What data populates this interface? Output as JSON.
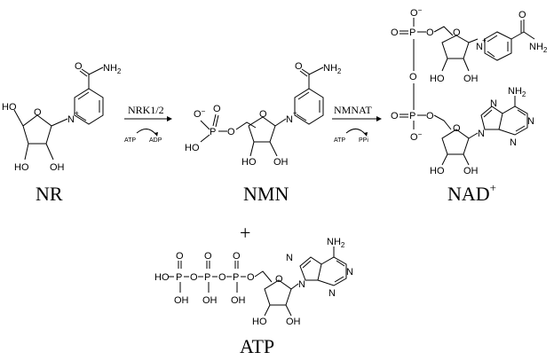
{
  "labels": {
    "nr": "NR",
    "nmn": "NMN",
    "nad": "NAD",
    "nad_sup": "+",
    "plus": "+",
    "atp": "ATP"
  },
  "enzymes": {
    "step1": "NRK1/2",
    "step1_in": "ATP",
    "step1_out": "ADP",
    "step2": "NMNAT",
    "step2_in": "ATP",
    "step2_out": "PPi"
  },
  "atoms": {
    "oh": "OH",
    "ho": "HO",
    "o": "O",
    "p": "P",
    "n": "N",
    "nplus": "N",
    "plus": "+",
    "minus": "−",
    "nh2": "NH",
    "two": "2",
    "o_minus": "O",
    "amide_o": "O"
  }
}
